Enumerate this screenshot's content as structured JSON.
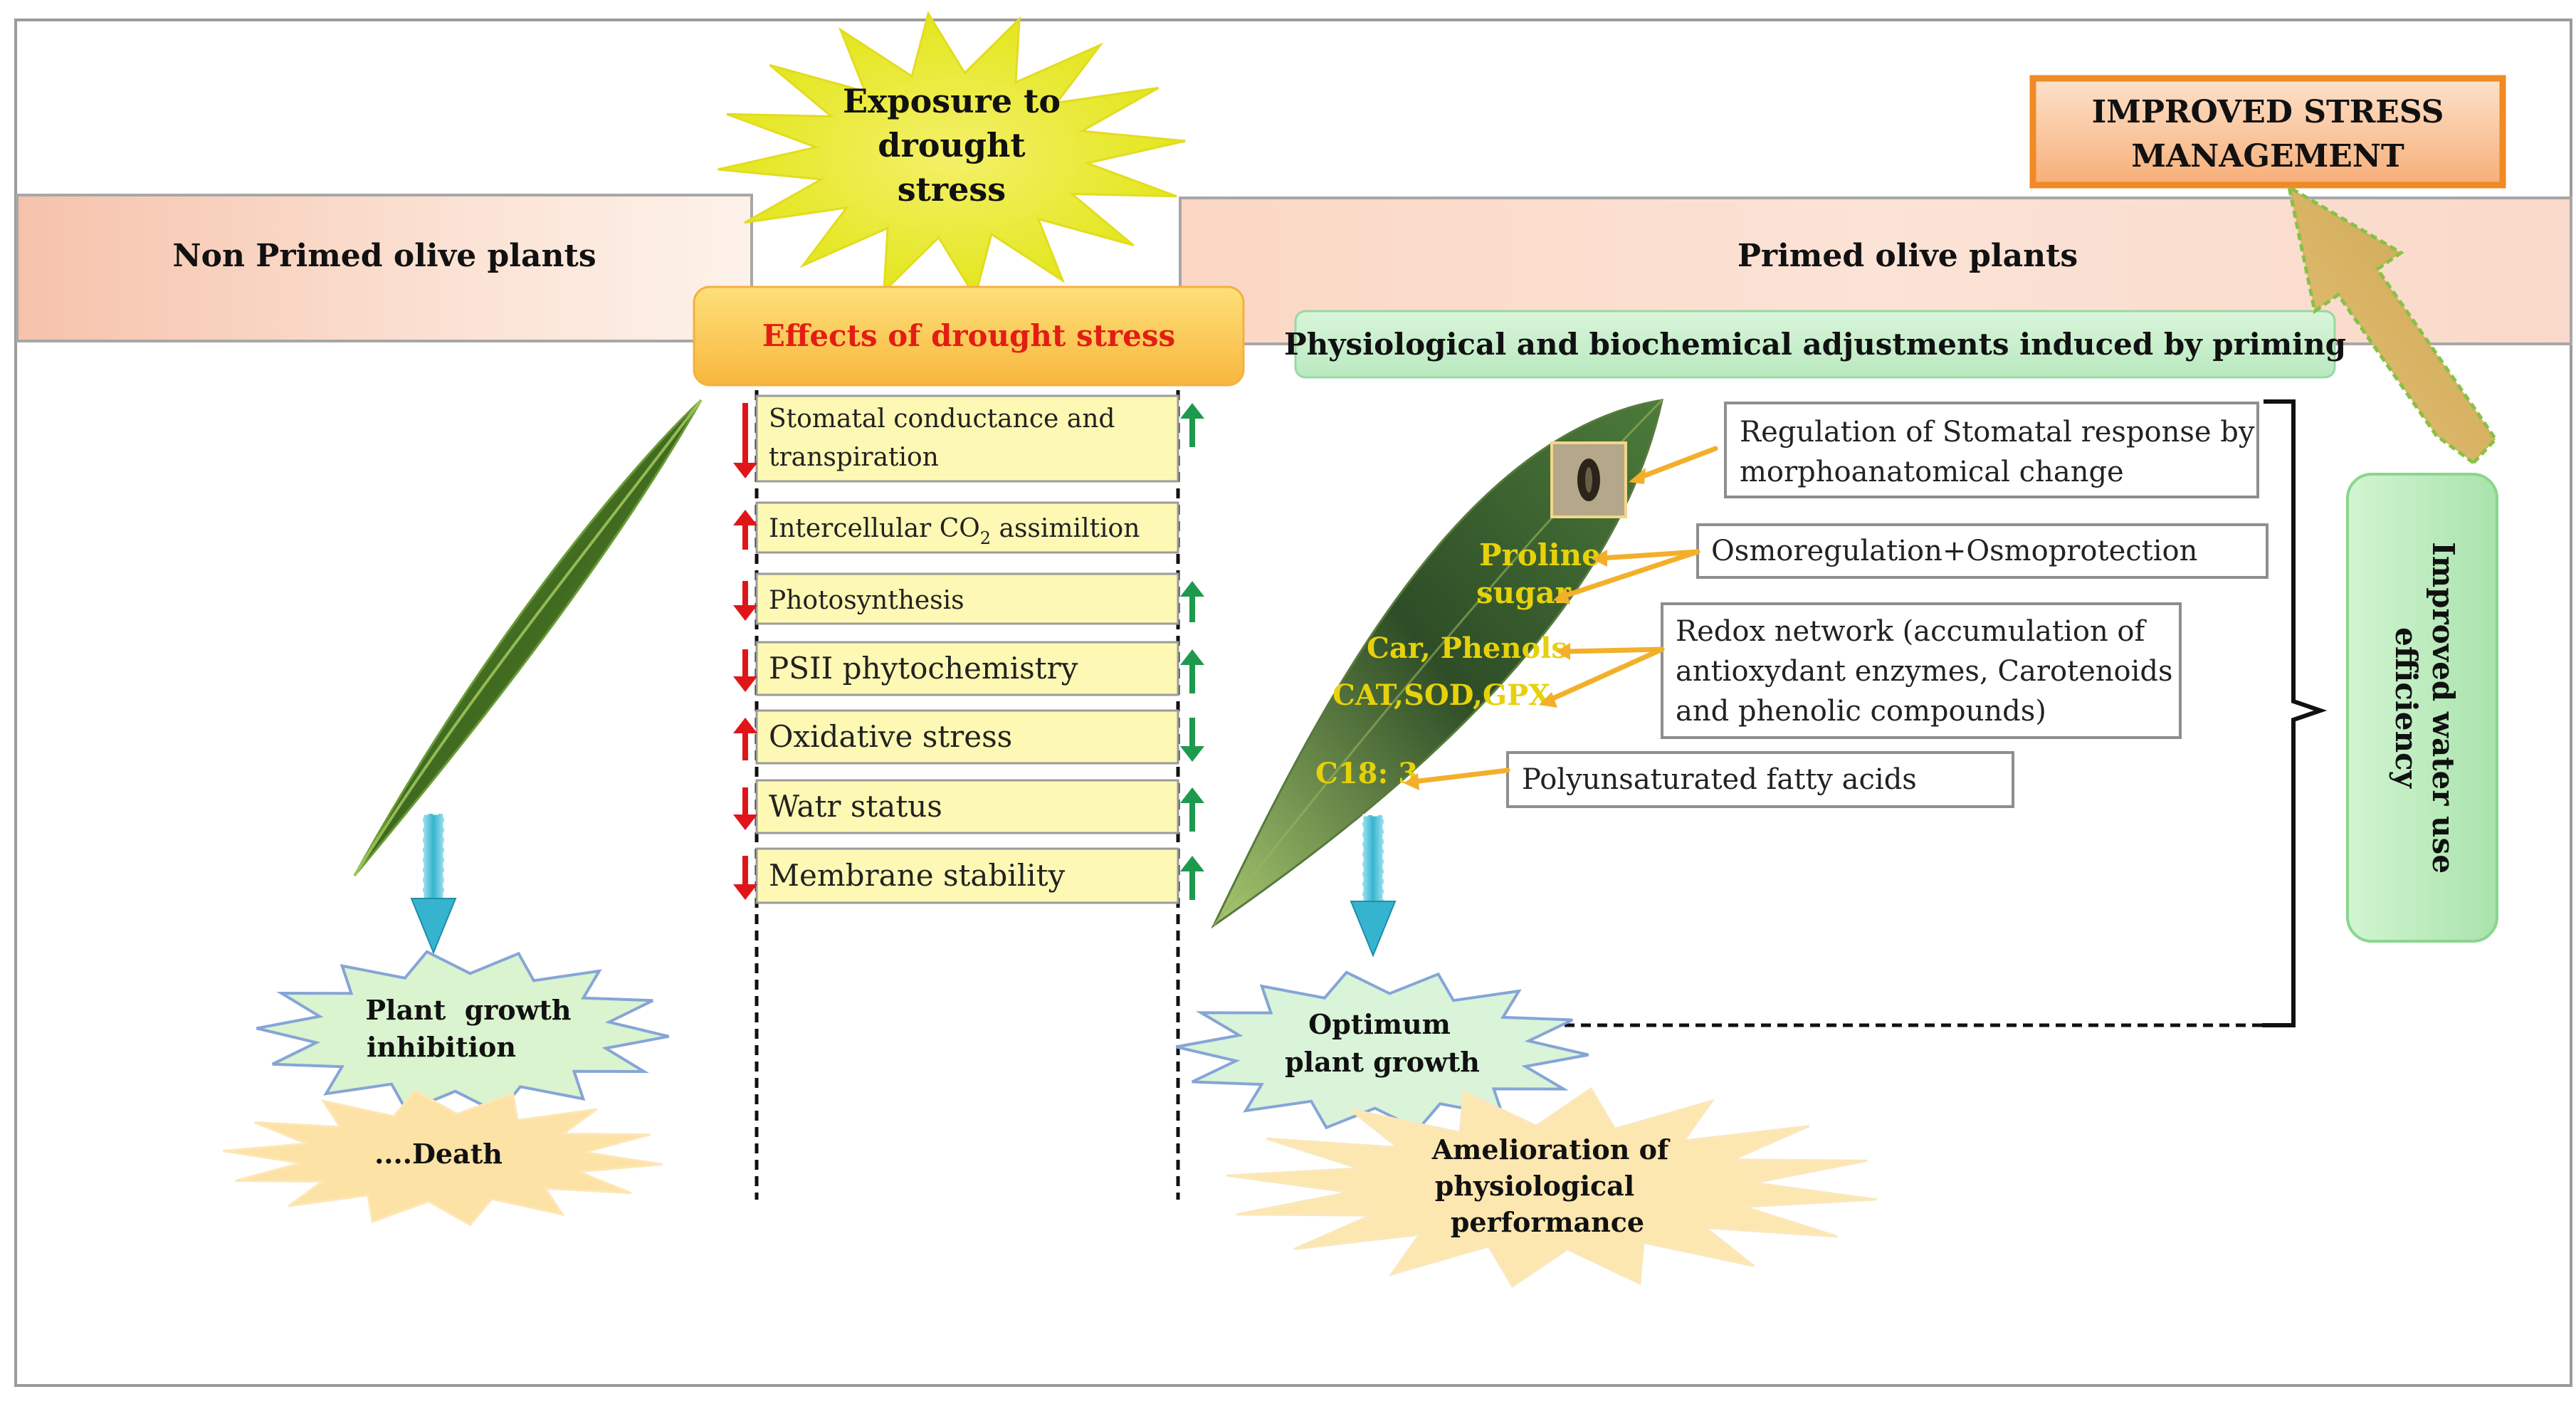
{
  "panels": {
    "non_primed": "Non Primed olive plants",
    "primed": "Primed olive plants"
  },
  "burst_exposure": [
    "Exposure to",
    "drought",
    "stress"
  ],
  "effects_header": "Effects of drought stress",
  "adjustments_header": "Physiological and biochemical adjustments induced by priming",
  "improved_stress": [
    "IMPROVED STRESS",
    "MANAGEMENT"
  ],
  "water_use": [
    "Improved water use",
    "efficiency"
  ],
  "effects": [
    {
      "lines": [
        "Stomatal conductance and",
        "transpiration"
      ],
      "left": "down",
      "right": "up"
    },
    {
      "lines": [
        "Intercellular CO",
        "2",
        " assimiltion"
      ],
      "left": "up",
      "right": ""
    },
    {
      "lines": [
        "Photosynthesis"
      ],
      "left": "down",
      "right": "up"
    },
    {
      "lines": [
        "PSII phytochemistry"
      ],
      "left": "down",
      "right": "up"
    },
    {
      "lines": [
        "Oxidative stress"
      ],
      "left": "up",
      "right": "down"
    },
    {
      "lines": [
        "Watr status"
      ],
      "left": "down",
      "right": "up"
    },
    {
      "lines": [
        "Membrane stability"
      ],
      "left": "down",
      "right": "up"
    }
  ],
  "mechanisms": [
    {
      "lines": [
        "Regulation of Stomatal response by",
        "morphoanatomical change"
      ]
    },
    {
      "lines": [
        "Osmoregulation+Osmoprotection"
      ]
    },
    {
      "lines": [
        "Redox network (accumulation of",
        "antioxydant enzymes, Carotenoids",
        "and phenolic compounds)"
      ]
    },
    {
      "lines": [
        "Polyunsaturated fatty acids"
      ]
    }
  ],
  "leaf_labels": {
    "proline": "Proline",
    "sugar": "sugar",
    "car": "Car, Phenols",
    "cat": "CAT,SOD,GPX",
    "c18": "C18: 3"
  },
  "outcomes": {
    "growth_inhibition": [
      "Plant  growth",
      "inhibition"
    ],
    "death": "....Death",
    "optimum": [
      "Optimum",
      "plant growth"
    ],
    "amelioration": [
      "Amelioration of",
      "physiological",
      "performance"
    ]
  },
  "colors": {
    "salmon": "#f8cdb6",
    "orange_accent": "#f08a24",
    "yellow_box": "#fdf8b3",
    "green_panel": "#bff0c0",
    "red_arrow": "#e0151a",
    "green_arrow": "#1e9a4e",
    "leaf_label": "#e6d10a",
    "cyan_arrow": "#36b4cf"
  }
}
